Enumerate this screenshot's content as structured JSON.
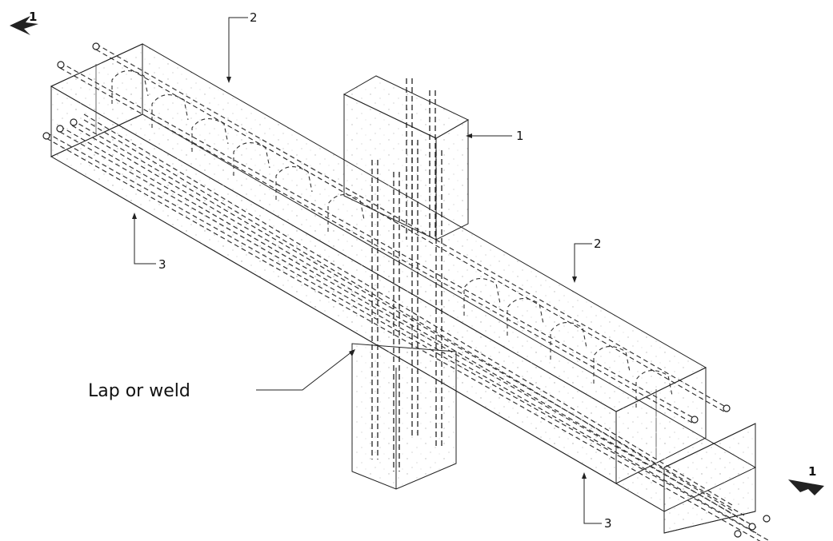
{
  "labels": {
    "column": "1",
    "beam_top_upper": "2",
    "beam_top_lower": "2",
    "beam_bottom_left": "3",
    "beam_bottom_right": "3",
    "note": "Lap or weld",
    "section_left": "1",
    "section_right": "1"
  },
  "colors": {
    "line": "#222222",
    "hidden_bar": "#333333",
    "concrete_fill": "#f7f7f7",
    "speckle": "#bbbbbb"
  },
  "icons": {
    "section_arrow": "section-cut-arrow-icon"
  }
}
